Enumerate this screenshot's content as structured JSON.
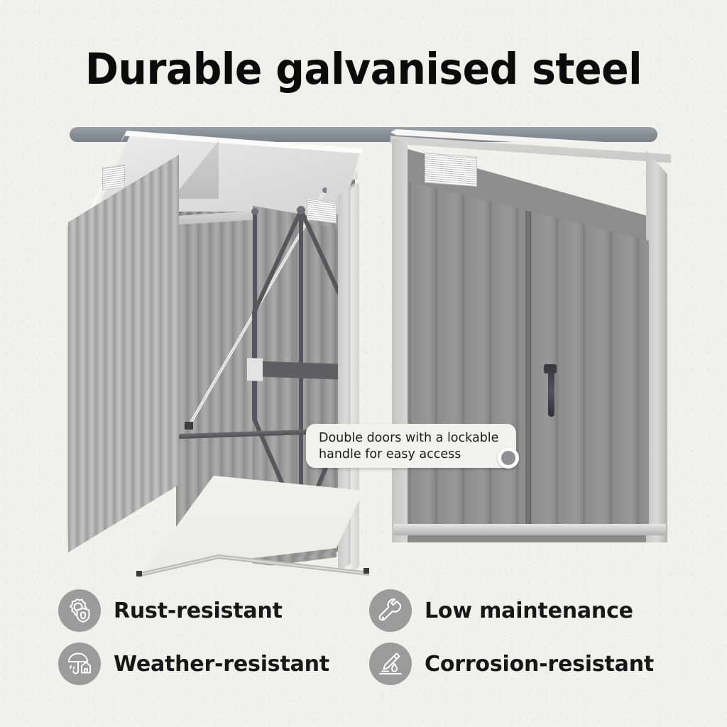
{
  "page": {
    "background_color": "#F2F0EA",
    "title": "Durable galvanised steel",
    "title_color": "#0B0B0B",
    "title_bar_color": "#8C9199"
  },
  "callout": {
    "text": "Double doors with a lockable handle for easy access",
    "background_color": "#F4F2EC",
    "dot_color": "#8F9093"
  },
  "product": {
    "left_view_name": "shed-interior-open-doors",
    "right_view_name": "shed-front-closed-doors",
    "body_color": "#8A8A8A",
    "trim_color": "#D8D8D6",
    "roof_color": "#EDEDEB",
    "handle_color": "#3A3B3E"
  },
  "features": [
    {
      "icon": "rust-shield-gear-icon",
      "label": "Rust-resistant"
    },
    {
      "icon": "weather-umbrella-house-icon",
      "label": "Weather-resistant"
    },
    {
      "icon": "wrench-icon",
      "label": "Low maintenance"
    },
    {
      "icon": "corrosion-droplet-icon",
      "label": "Corrosion-resistant"
    }
  ],
  "feature_style": {
    "icon_circle_color": "#9B9B9B",
    "icon_glyph_color": "#FFFFFF",
    "label_color": "#171717"
  }
}
